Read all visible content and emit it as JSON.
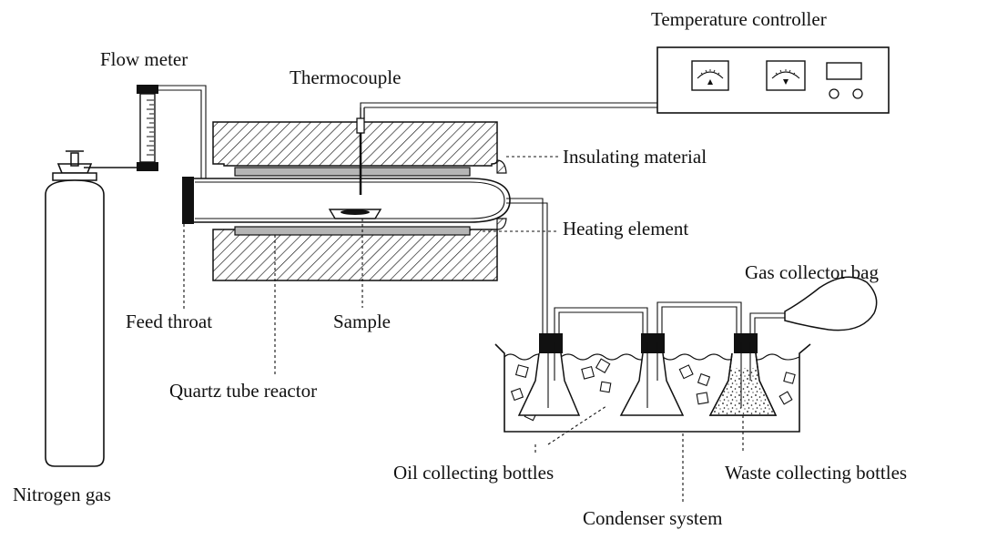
{
  "labels": {
    "temperature_controller": "Temperature controller",
    "flow_meter": "Flow meter",
    "thermocouple": "Thermocouple",
    "insulating_material": "Insulating material",
    "heating_element": "Heating element",
    "gas_collector_bag": "Gas collector bag",
    "feed_throat": "Feed throat",
    "sample": "Sample",
    "quartz_tube_reactor": "Quartz tube reactor",
    "nitrogen_gas": "Nitrogen gas",
    "oil_collecting_bottles": "Oil collecting bottles",
    "waste_collecting_bottles": "Waste collecting bottles",
    "condenser_system": "Condenser system"
  }
}
